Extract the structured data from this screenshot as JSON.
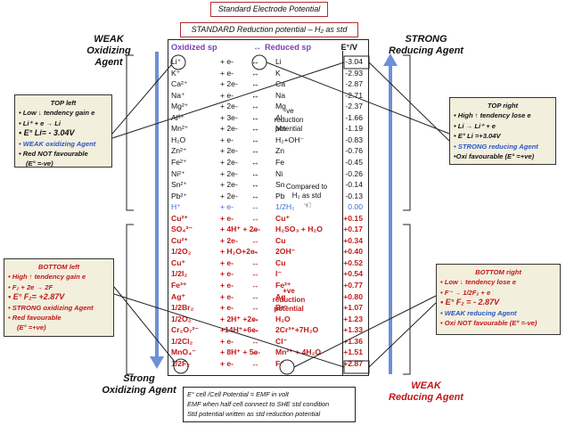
{
  "header": {
    "title": "Standard Electrode Potential",
    "subtitle": "STANDARD Reduction potential – H₂ as std"
  },
  "labels": {
    "weak_ox": [
      "WEAK",
      "Oxidizing Agent"
    ],
    "strong_red": [
      "STRONG",
      "Reducing Agent"
    ],
    "strong_ox": [
      "Strong",
      "Oxidizing Agent"
    ],
    "weak_red": [
      "WEAK",
      "Reducing Agent"
    ]
  },
  "table": {
    "col_ox": "Oxidized sp",
    "col_arrow": "↔",
    "col_red": "Reduced sp",
    "col_e": "E°/V",
    "rows": [
      {
        "ox": "Li⁺",
        "e": "+ e-",
        "arr": "↔",
        "red": "Li",
        "val": "-3.04",
        "c": "topc"
      },
      {
        "ox": "K⁺",
        "e": "+ e-",
        "arr": "↔",
        "red": "K",
        "val": "-2.93",
        "c": "topc"
      },
      {
        "ox": "Ca²⁺",
        "e": "+ 2e-",
        "arr": "↔",
        "red": "Ca",
        "val": "-2.87",
        "c": "topc"
      },
      {
        "ox": "Na⁺",
        "e": "+ e-",
        "arr": "↔",
        "red": "Na",
        "val": "-2.71",
        "c": "topc"
      },
      {
        "ox": "Mg²⁺",
        "e": "+ 2e-",
        "arr": "↔",
        "red": "Mg",
        "val": "-2.37",
        "c": "topc"
      },
      {
        "ox": "Al³⁺",
        "e": "+ 3e-",
        "arr": "↔",
        "red": "Al",
        "val": "-1.66",
        "c": "topc"
      },
      {
        "ox": "Mn²⁺",
        "e": "+ 2e-",
        "arr": "↔",
        "red": "Mn",
        "val": "-1.19",
        "c": "topc"
      },
      {
        "ox": "H₂O",
        "e": "+ e-",
        "arr": "↔",
        "red": "H₂+OH⁻",
        "val": "-0.83",
        "c": "topc"
      },
      {
        "ox": "Zn²⁺",
        "e": "+ 2e-",
        "arr": "↔",
        "red": "Zn",
        "val": "-0.76",
        "c": "topc"
      },
      {
        "ox": "Fe²⁺",
        "e": "+ 2e-",
        "arr": "↔",
        "red": "Fe",
        "val": "-0.45",
        "c": "topc"
      },
      {
        "ox": "Ni²⁺",
        "e": "+ 2e-",
        "arr": "↔",
        "red": "Ni",
        "val": "-0.26",
        "c": "topc"
      },
      {
        "ox": "Sn²⁺",
        "e": "+ 2e-",
        "arr": "↔",
        "red": "Sn",
        "val": "-0.14",
        "c": "topc"
      },
      {
        "ox": "Pb²⁺",
        "e": "+ 2e-",
        "arr": "↔",
        "red": "Pb",
        "val": "-0.13",
        "c": "topc"
      },
      {
        "ox": "H⁺",
        "e": "+ e-",
        "arr": "↔",
        "red": "1/2H₂",
        "val": "0.00",
        "c": "midc"
      },
      {
        "ox": "Cu²⁺",
        "e": "+ e-",
        "arr": "↔",
        "red": "Cu⁺",
        "val": "+0.15",
        "c": "botc"
      },
      {
        "ox": "SO₄²⁻",
        "e": "+ 4H⁺ + 2e-",
        "arr": "↔",
        "red": "H₂SO₃ + H₂O",
        "val": "+0.17",
        "c": "botc"
      },
      {
        "ox": "Cu²⁺",
        "e": "+ 2e-",
        "arr": "↔",
        "red": "Cu",
        "val": "+0.34",
        "c": "botc"
      },
      {
        "ox": "1/2O₂",
        "e": "+ H₂O+2e-",
        "arr": "↔",
        "red": "2OH⁻",
        "val": "+0.40",
        "c": "botc"
      },
      {
        "ox": "Cu⁺",
        "e": "+ e-",
        "arr": "↔",
        "red": "Cu",
        "val": "+0.52",
        "c": "botc"
      },
      {
        "ox": "1/2I₂",
        "e": "+ e-",
        "arr": "↔",
        "red": "I⁻",
        "val": "+0.54",
        "c": "botc"
      },
      {
        "ox": "Fe³⁺",
        "e": "+ e-",
        "arr": "↔",
        "red": "Fe²⁺",
        "val": "+0.77",
        "c": "botc"
      },
      {
        "ox": "Ag⁺",
        "e": "+ e-",
        "arr": "↔",
        "red": "Ag",
        "val": "+0.80",
        "c": "botc"
      },
      {
        "ox": "1/2Br₂",
        "e": "+ e-",
        "arr": "↔",
        "red": "Br⁻",
        "val": "+1.07",
        "c": "botc"
      },
      {
        "ox": "1/2O₂",
        "e": "+ 2H⁺ +2e-",
        "arr": "↔",
        "red": "H₂O",
        "val": "+1.23",
        "c": "botc"
      },
      {
        "ox": "Cr₂O₇²⁻",
        "e": "+14H⁺+6e-",
        "arr": "↔",
        "red": "2Cr³⁺+7H₂O",
        "val": "+1.33",
        "c": "botc"
      },
      {
        "ox": "1/2Cl₂",
        "e": "+ e-",
        "arr": "↔",
        "red": "Cl⁻",
        "val": "+1.36",
        "c": "botc"
      },
      {
        "ox": "MnO₄⁻",
        "e": "+ 8H⁺ + 5e-",
        "arr": "↔",
        "red": "Mn²⁺ + 4H₂O",
        "val": "+1.51",
        "c": "botc"
      },
      {
        "ox": "1/2F₂",
        "e": "+ e-",
        "arr": "↔",
        "red": "F⁻",
        "val": "+2.87",
        "c": "botc"
      }
    ]
  },
  "notes": {
    "neg": [
      "-ve",
      "reduction",
      "potential"
    ],
    "pos": [
      "+ve",
      "reduction",
      "potential"
    ],
    "compared": [
      "Compared to",
      "H₂ as std"
    ]
  },
  "boxes": {
    "top_left": {
      "title": "TOP left",
      "lines": [
        "• Low ↓ tendency gain e",
        "• Li⁺ + e → Li",
        "• E° Li= - 3.04V",
        "• WEAK oxidizing Agent",
        "• Red NOT favourable",
        "(E° =-ve)"
      ]
    },
    "top_right": {
      "title": "TOP right",
      "lines": [
        "• High ↑ tendency lose e",
        "• Li → Li⁺ + e",
        "• E° Li =+3.04V",
        "• STRONG reducing Agent",
        "•Oxi favourable (E° =+ve)"
      ]
    },
    "bottom_left": {
      "title": "BOTTOM left",
      "lines": [
        "• High ↑ tendency gain e",
        "• F₂ + 2e → 2F",
        "• E° F₂= +2.87V",
        "• STRONG oxidizing Agent",
        "• Red favourable",
        "(E° =+ve)"
      ]
    },
    "bottom_right": {
      "title": "BOTTOM right",
      "lines": [
        "• Low ↓ tendency lose e",
        "• F⁻ → 1/2F₂ + e",
        "• E° F₂ = - 2.87V",
        "• WEAK reducing Agent",
        "• Oxi NOT favourable (E° =-ve)"
      ]
    }
  },
  "legend": [
    "E° cell /Cell Potential = EMF in volt",
    "EMF when half cell connect to SHE std condition",
    "Std potential written as std reduction potential"
  ]
}
